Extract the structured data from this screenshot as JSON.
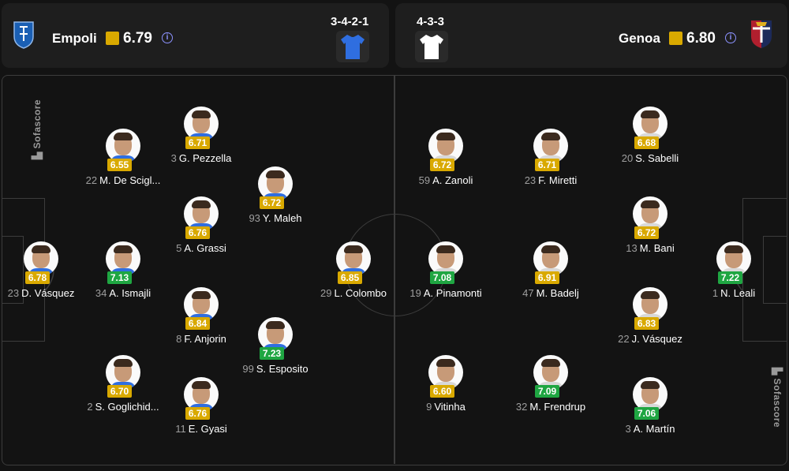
{
  "home": {
    "name": "Empoli",
    "rating": "6.79",
    "formation": "3-4-2-1",
    "players": [
      {
        "number": "23",
        "name": "D. Vásquez",
        "rating": "6.78",
        "color": "yellow"
      },
      {
        "number": "34",
        "name": "A. Ismajli",
        "rating": "7.13",
        "color": "green"
      },
      {
        "number": "22",
        "name": "M. De Scigl...",
        "rating": "6.55",
        "color": "yellow"
      },
      {
        "number": "2",
        "name": "S. Goglichid...",
        "rating": "6.70",
        "color": "yellow"
      },
      {
        "number": "3",
        "name": "G. Pezzella",
        "rating": "6.71",
        "color": "yellow"
      },
      {
        "number": "5",
        "name": "A. Grassi",
        "rating": "6.76",
        "color": "yellow"
      },
      {
        "number": "8",
        "name": "F. Anjorin",
        "rating": "6.84",
        "color": "yellow"
      },
      {
        "number": "11",
        "name": "E. Gyasi",
        "rating": "6.76",
        "color": "yellow"
      },
      {
        "number": "93",
        "name": "Y. Maleh",
        "rating": "6.72",
        "color": "yellow"
      },
      {
        "number": "99",
        "name": "S. Esposito",
        "rating": "7.23",
        "color": "green"
      },
      {
        "number": "29",
        "name": "L. Colombo",
        "rating": "6.85",
        "color": "yellow"
      }
    ]
  },
  "away": {
    "name": "Genoa",
    "rating": "6.80",
    "formation": "4-3-3",
    "players": [
      {
        "number": "19",
        "name": "A. Pinamonti",
        "rating": "7.08",
        "color": "green"
      },
      {
        "number": "59",
        "name": "A. Zanoli",
        "rating": "6.72",
        "color": "yellow"
      },
      {
        "number": "9",
        "name": "Vitinha",
        "rating": "6.60",
        "color": "yellow"
      },
      {
        "number": "23",
        "name": "F. Miretti",
        "rating": "6.71",
        "color": "yellow"
      },
      {
        "number": "47",
        "name": "M. Badelj",
        "rating": "6.91",
        "color": "yellow"
      },
      {
        "number": "32",
        "name": "M. Frendrup",
        "rating": "7.09",
        "color": "green"
      },
      {
        "number": "20",
        "name": "S. Sabelli",
        "rating": "6.68",
        "color": "yellow"
      },
      {
        "number": "13",
        "name": "M. Bani",
        "rating": "6.72",
        "color": "yellow"
      },
      {
        "number": "22",
        "name": "J. Vásquez",
        "rating": "6.83",
        "color": "yellow"
      },
      {
        "number": "3",
        "name": "A. Martín",
        "rating": "7.06",
        "color": "green"
      },
      {
        "number": "1",
        "name": "N. Leali",
        "rating": "7.22",
        "color": "green"
      }
    ]
  },
  "brand": "Sofascore",
  "colors": {
    "rating_yellow": "#d9a900",
    "rating_green": "#1fa642",
    "home_kit": "#2f6ee0",
    "away_kit": "#ffffff",
    "info_icon": "#8c92ff"
  }
}
